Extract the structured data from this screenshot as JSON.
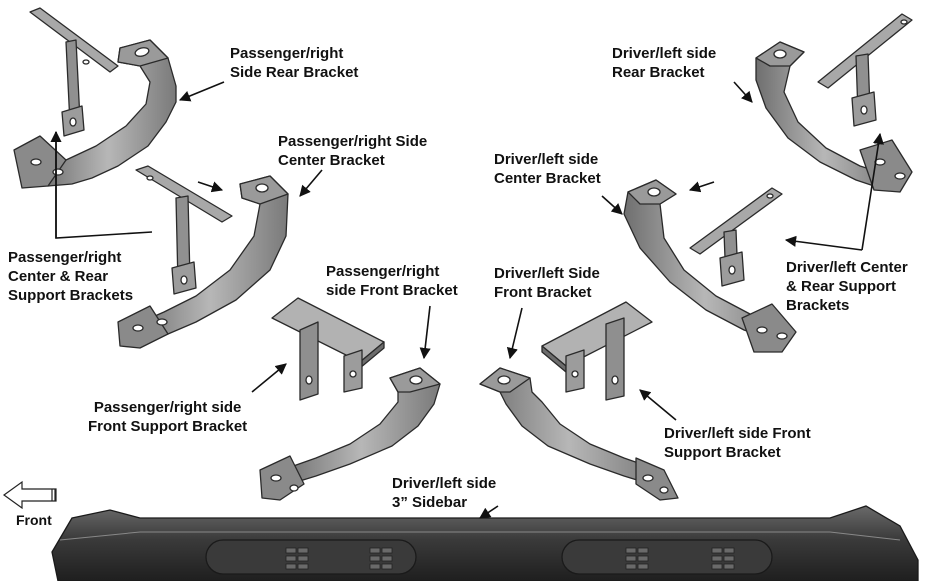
{
  "labels": {
    "passenger_rear_bracket": "Passenger/right\nSide Rear Bracket",
    "passenger_center_bracket": "Passenger/right Side\nCenter Bracket",
    "passenger_support_brackets": "Passenger/right\nCenter & Rear\nSupport Brackets",
    "passenger_front_bracket": "Passenger/right\nside Front Bracket",
    "passenger_front_support": "Passenger/right side\nFront Support Bracket",
    "driver_rear_bracket": "Driver/left side\nRear Bracket",
    "driver_center_bracket": "Driver/left side\nCenter Bracket",
    "driver_support_brackets": "Driver/left Center\n& Rear Support\nBrackets",
    "driver_front_bracket": "Driver/left Side\nFront Bracket",
    "driver_front_support": "Driver/left side Front\nSupport Bracket",
    "sidebar": "Driver/left side\n3” Sidebar",
    "front": "Front"
  },
  "colors": {
    "part_light": "#b9b9b9",
    "part_mid": "#8d8d8d",
    "part_dark": "#5c5c5c",
    "outline": "#2a2a2a",
    "sidebar": "#3d3d3d",
    "text": "#111111"
  }
}
